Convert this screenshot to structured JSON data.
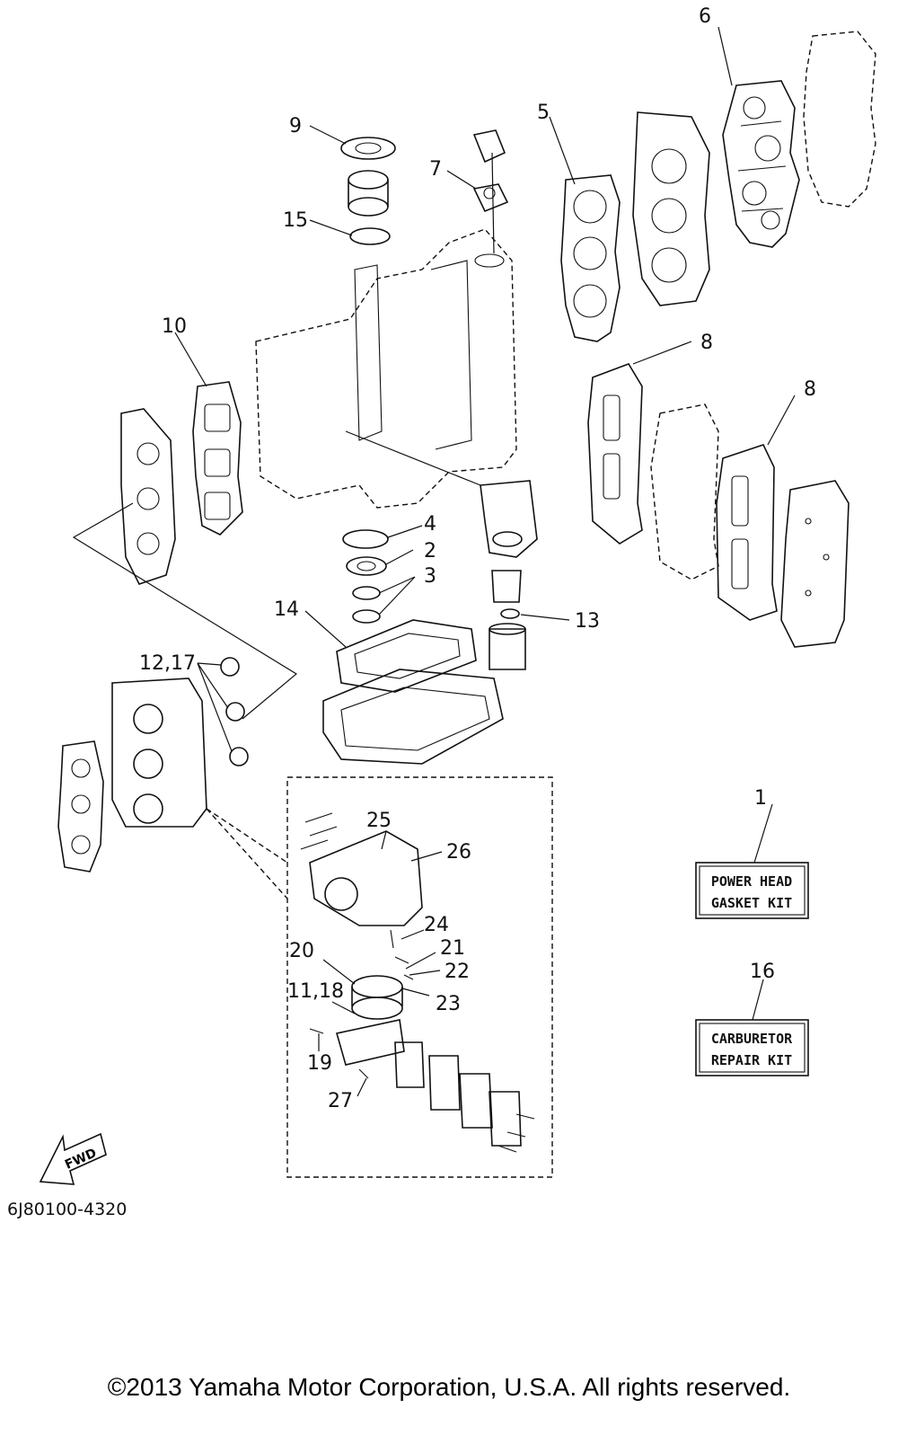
{
  "callouts": [
    {
      "id": "c1",
      "text": "1"
    },
    {
      "id": "c2",
      "text": "2"
    },
    {
      "id": "c3",
      "text": "3"
    },
    {
      "id": "c4",
      "text": "4"
    },
    {
      "id": "c5",
      "text": "5"
    },
    {
      "id": "c6",
      "text": "6"
    },
    {
      "id": "c7",
      "text": "7"
    },
    {
      "id": "c8a",
      "text": "8"
    },
    {
      "id": "c8b",
      "text": "8"
    },
    {
      "id": "c9",
      "text": "9"
    },
    {
      "id": "c10",
      "text": "10"
    },
    {
      "id": "c11",
      "text": "11,18"
    },
    {
      "id": "c12",
      "text": "12,17"
    },
    {
      "id": "c13",
      "text": "13"
    },
    {
      "id": "c14",
      "text": "14"
    },
    {
      "id": "c15",
      "text": "15"
    },
    {
      "id": "c16",
      "text": "16"
    },
    {
      "id": "c19",
      "text": "19"
    },
    {
      "id": "c20",
      "text": "20"
    },
    {
      "id": "c21",
      "text": "21"
    },
    {
      "id": "c22",
      "text": "22"
    },
    {
      "id": "c23",
      "text": "23"
    },
    {
      "id": "c24",
      "text": "24"
    },
    {
      "id": "c25",
      "text": "25"
    },
    {
      "id": "c26",
      "text": "26"
    },
    {
      "id": "c27",
      "text": "27"
    }
  ],
  "kits": {
    "power_head_line1": "POWER HEAD",
    "power_head_line2": "GASKET KIT",
    "carburetor_line1": "CARBURETOR",
    "carburetor_line2": "REPAIR KIT"
  },
  "fwd_label": "FWD",
  "diagram_code": "6J80100-4320",
  "copyright": "©2013 Yamaha Motor Corporation, U.S.A. All rights reserved."
}
